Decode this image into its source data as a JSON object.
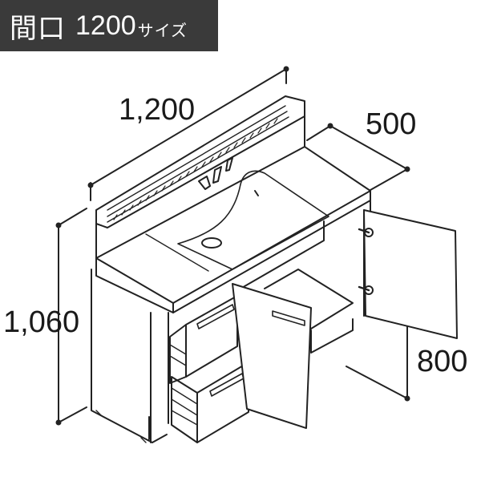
{
  "header": {
    "title": "間口",
    "size": "1200",
    "suffix": "サイズ"
  },
  "dimensions": {
    "width": "1,200",
    "depth": "500",
    "height": "1,060",
    "counter_height": "800"
  }
}
